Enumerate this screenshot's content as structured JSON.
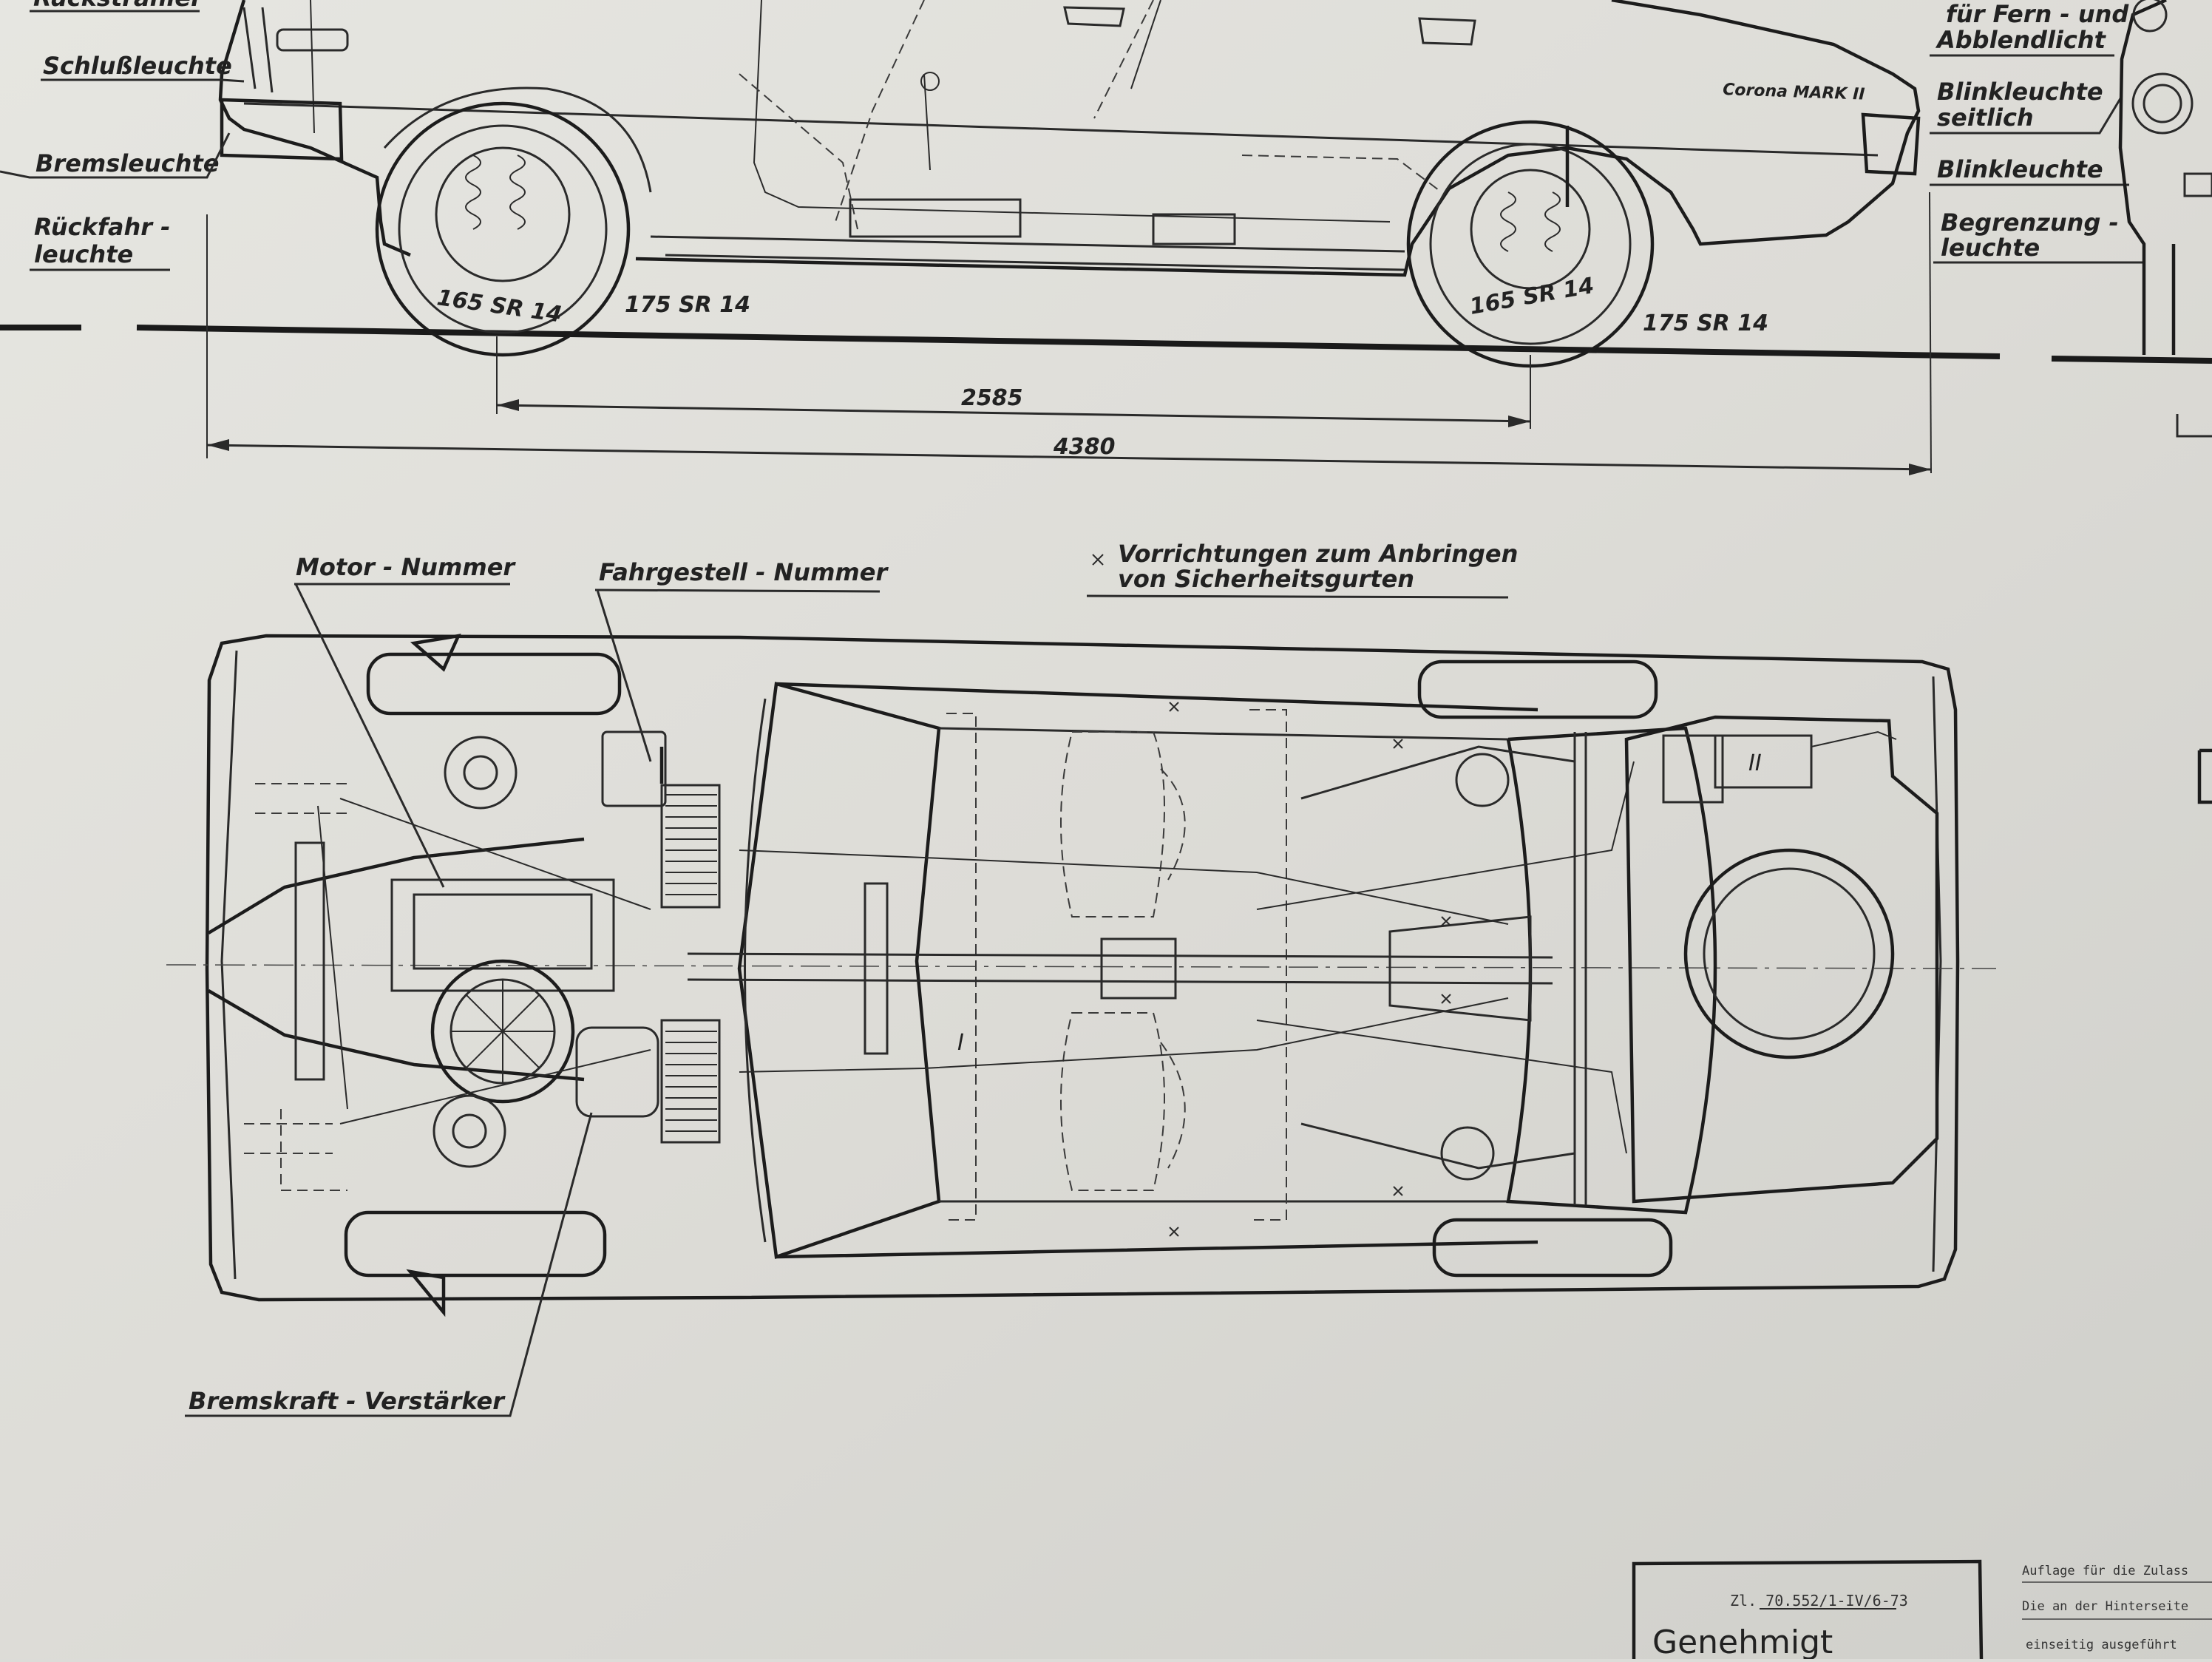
{
  "labels": {
    "rueckstrahler": "Rückstrahler",
    "schlussleuchte": "Schlußleuchte",
    "bremsleuchte": "Bremsleuchte",
    "rueckfahr_1": "Rückfahr -",
    "rueckfahr_2": "leuchte",
    "fern_1": "für Fern - und",
    "fern_2": "Abblendlicht",
    "blink_seit_1": "Blinkleuchte",
    "blink_seit_2": "seitlich",
    "blinkleuchte": "Blinkleuchte",
    "begrenzung_1": "Begrenzung -",
    "begrenzung_2": "leuchte",
    "motor_nummer": "Motor - Nummer",
    "fahrgestell_nummer": "Fahrgestell - Nummer",
    "gurte_1": "Vorrichtungen zum Anbringen",
    "gurte_2": "von Sicherheitsgurten",
    "bremskraft": "Bremskraft - Verstärker",
    "badge": "Corona MARK II",
    "marker_1": "I",
    "marker_2": "II"
  },
  "tires": {
    "rear_inner": "165 SR 14",
    "rear_outer": "175 SR 14",
    "front_inner": "165 SR 14",
    "front_outer": "175 SR 14"
  },
  "dimensions": {
    "wheelbase": "2585",
    "length": "4380"
  },
  "stamp": {
    "reference": "Zl. 70.552/1-IV/6-73",
    "approved": "Genehmigt"
  },
  "notes": {
    "line_1": "Auflage für die Zulass",
    "line_2": "Die an der Hinterseite",
    "line_3": "einseitig ausgeführt"
  }
}
